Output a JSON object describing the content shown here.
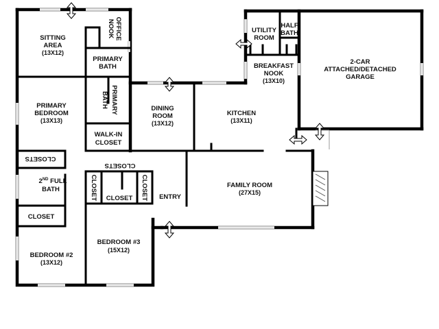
{
  "rooms": {
    "sitting": {
      "name_line1": "SITTING",
      "name_line2": "AREA",
      "size": "(13X12)"
    },
    "office": {
      "name_line1": "OFFICE",
      "name_line2": "NOOK"
    },
    "primary_bath_upper": {
      "name_line1": "PRIMARY",
      "name_line2": "BATH"
    },
    "primary_bath_lower": {
      "name_line1": "PRIMARY",
      "name_line2": "BATH"
    },
    "primary_bedroom": {
      "name_line1": "PRIMARY",
      "name_line2": "BEDROOM",
      "size": "(13X13)"
    },
    "walk_in_closet": {
      "name_line1": "WALK-IN",
      "name_line2": "CLOSET"
    },
    "dining": {
      "name_line1": "DINING",
      "name_line2": "ROOM",
      "size": "(13X12)"
    },
    "kitchen": {
      "name": "KITCHEN",
      "size": "(13X11)"
    },
    "utility": {
      "name_line1": "UTILITY",
      "name_line2": "ROOM"
    },
    "half_bath": {
      "name_line1": "HALF",
      "name_line2": "BATH"
    },
    "breakfast": {
      "name_line1": "BREAKFAST",
      "name_line2": "NOOK",
      "size": "(13X10)"
    },
    "garage": {
      "name_line1": "2-CAR",
      "name_line2": "ATTACHED/DETACHED",
      "name_line3": "GARAGE"
    },
    "closets_left": {
      "name": "CLOSETS"
    },
    "closets_center": {
      "name": "CLOSETS"
    },
    "second_bath": {
      "sup_prefix": "2",
      "sup": "ND",
      "name_line1_rest": " FULL",
      "name_line2": "BATH"
    },
    "closet_left": {
      "name": "CLOSET"
    },
    "closet_v1": {
      "name": "CLOSET"
    },
    "closet_mid": {
      "name": "CLOSET"
    },
    "closet_v2": {
      "name": "CLOSET"
    },
    "entry": {
      "name": "ENTRY"
    },
    "family": {
      "name": "FAMILY ROOM",
      "size": "(27X15)"
    },
    "bedroom2": {
      "name": "BEDROOM #2",
      "size": "(13X12)"
    },
    "bedroom3": {
      "name": "BEDROOM #3",
      "size": "(15X12)"
    }
  },
  "colors": {
    "wall": "#000000",
    "window": "#c8c8c8",
    "background": "#ffffff"
  },
  "icons": [
    "door-arrow-icon",
    "fireplace-icon"
  ]
}
